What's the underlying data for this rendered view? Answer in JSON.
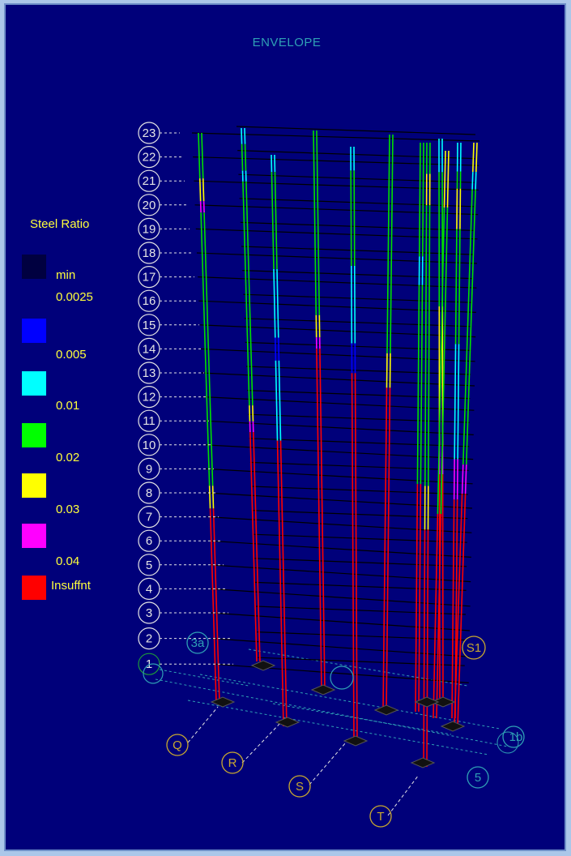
{
  "title": "ENVELOPE",
  "legend": {
    "title": "Steel Ratio",
    "items": [
      {
        "label": "min",
        "color": "#000040"
      },
      {
        "label": "0.0025",
        "color": "#0000FF"
      },
      {
        "label": "0.005",
        "color": "#00FFFF"
      },
      {
        "label": "0.01",
        "color": "#00FF00"
      },
      {
        "label": "0.02",
        "color": "#FFFF00"
      },
      {
        "label": "0.03",
        "color": "#FF00FF"
      },
      {
        "label": "0.04",
        "color": "#FF0000"
      },
      {
        "label": "Insuffnt",
        "color": ""
      }
    ]
  },
  "levels": [
    "23",
    "22",
    "21",
    "20",
    "19",
    "18",
    "17",
    "16",
    "15",
    "14",
    "13",
    "12",
    "11",
    "10",
    "9",
    "8",
    "7",
    "6",
    "5",
    "4",
    "3",
    "2",
    "1"
  ],
  "grid_lines": {
    "letters": [
      "Q",
      "R",
      "S",
      "T"
    ],
    "numbers": [
      "3a",
      "S1",
      "1b",
      "5"
    ]
  }
}
